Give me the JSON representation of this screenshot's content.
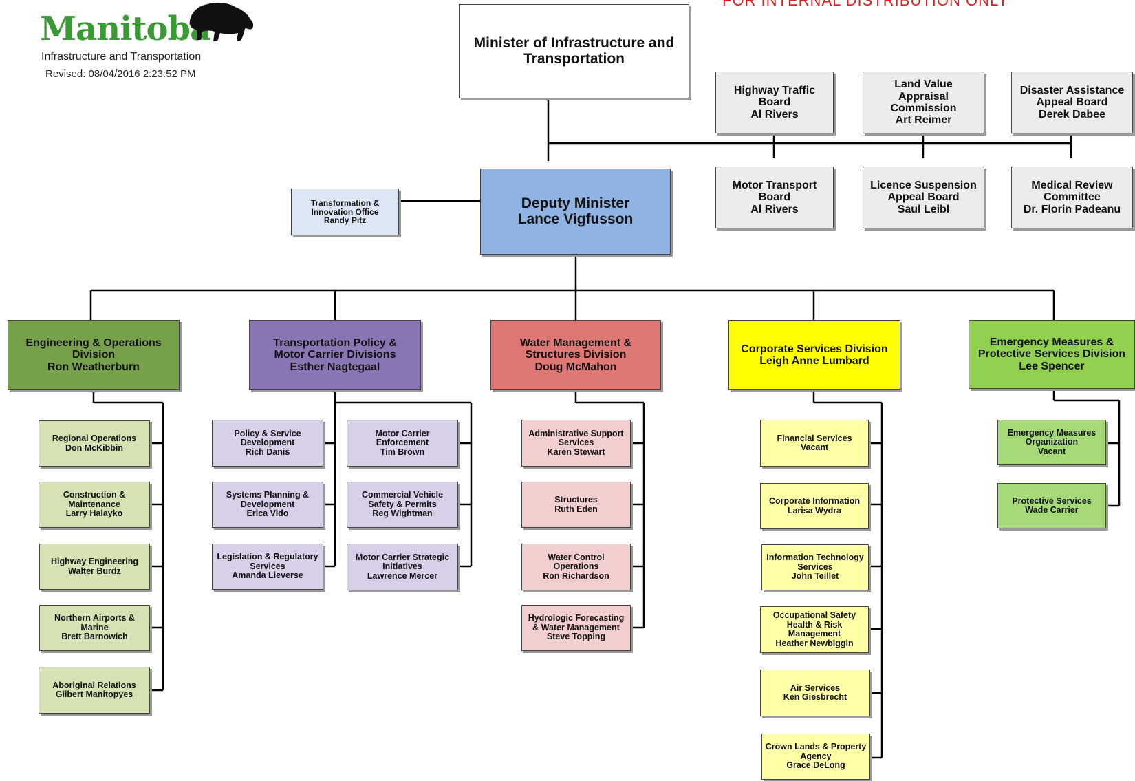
{
  "header": {
    "logo_text": "Manitoba",
    "department": "Infrastructure and Transportation",
    "revised": "Revised: 08/04/2016 2:23:52 PM",
    "distribution_notice": "FOR INTERNAL DISTRIBUTION ONLY"
  },
  "colors": {
    "line": "#000000",
    "minister": "#ffffff",
    "boards": "#ececec",
    "deputy_minister": "#8fb4e3",
    "engineering": "#77a04a",
    "transportation_policy": "#8a75b4",
    "water_management": "#de7774",
    "corporate_services": "#ffff00",
    "emergency_measures": "#92d050",
    "logo_green": "#3a9b35",
    "notice_red": "#e02020"
  },
  "minister": [
    "Minister of Infrastructure and",
    "Transportation"
  ],
  "boards": {
    "highway_traffic": [
      "Highway Traffic",
      "Board",
      "Al Rivers"
    ],
    "land_value": [
      "Land Value",
      "Appraisal",
      "Commission",
      "Art Reimer"
    ],
    "disaster_assistance": [
      "Disaster Assistance",
      "Appeal Board",
      "Derek Dabee"
    ],
    "motor_transport": [
      "Motor Transport",
      "Board",
      "Al Rivers"
    ],
    "licence_suspension": [
      "Licence Suspension",
      "Appeal Board",
      "Saul Leibl"
    ],
    "medical_review": [
      "Medical Review",
      "Committee",
      "Dr. Florin Padeanu"
    ]
  },
  "deputy_minister": [
    "Deputy Minister",
    "Lance Vigfusson"
  ],
  "transformation_office": [
    "Transformation &",
    "Innovation Office",
    "Randy Pitz"
  ],
  "divisions": {
    "engineering": [
      "Engineering & Operations",
      "Division",
      "Ron Weatherburn"
    ],
    "transportation_policy": [
      "Transportation Policy &",
      "Motor Carrier Divisions",
      "Esther Nagtegaal"
    ],
    "water_management": [
      "Water Management &",
      "Structures Division",
      "Doug McMahon"
    ],
    "corporate_services": [
      "Corporate Services Division",
      "Leigh Anne Lumbard"
    ],
    "emergency_measures": [
      "Emergency Measures &",
      "Protective Services Division",
      "Lee Spencer"
    ]
  },
  "units": {
    "engineering": [
      [
        "Regional Operations",
        "Don McKibbin"
      ],
      [
        "Construction &",
        "Maintenance",
        "Larry Halayko"
      ],
      [
        "Highway Engineering",
        "Walter Burdz"
      ],
      [
        "Northern Airports &",
        "Marine",
        "Brett Barnowich"
      ],
      [
        "Aboriginal Relations",
        "Gilbert Manitopyes"
      ]
    ],
    "policy_left": [
      [
        "Policy & Service",
        "Development",
        "Rich Danis"
      ],
      [
        "Systems Planning &",
        "Development",
        "Erica Vido"
      ],
      [
        "Legislation & Regulatory",
        "Services",
        "Amanda Lieverse"
      ]
    ],
    "policy_right": [
      [
        "Motor Carrier",
        "Enforcement",
        "Tim Brown"
      ],
      [
        "Commercial Vehicle",
        "Safety & Permits",
        "Reg Wightman"
      ],
      [
        "Motor Carrier Strategic",
        "Initiatives",
        "Lawrence Mercer"
      ]
    ],
    "water": [
      [
        "Administrative Support",
        "Services",
        "Karen Stewart"
      ],
      [
        "Structures",
        "Ruth Eden"
      ],
      [
        "Water Control",
        "Operations",
        "Ron Richardson"
      ],
      [
        "Hydrologic Forecasting",
        "& Water Management",
        "Steve Topping"
      ]
    ],
    "corporate": [
      [
        "Financial Services",
        "Vacant"
      ],
      [
        "Corporate Information",
        "Larisa Wydra"
      ],
      [
        "Information Technology",
        "Services",
        "John Teillet"
      ],
      [
        "Occupational Safety",
        "Health & Risk",
        "Management",
        "Heather Newbiggin"
      ],
      [
        "Air Services",
        "Ken Giesbrecht"
      ],
      [
        "Crown Lands & Property",
        "Agency",
        "Grace DeLong"
      ]
    ],
    "emergency": [
      [
        "Emergency Measures",
        "Organization",
        "Vacant"
      ],
      [
        "Protective Services",
        "Wade Carrier"
      ]
    ]
  }
}
